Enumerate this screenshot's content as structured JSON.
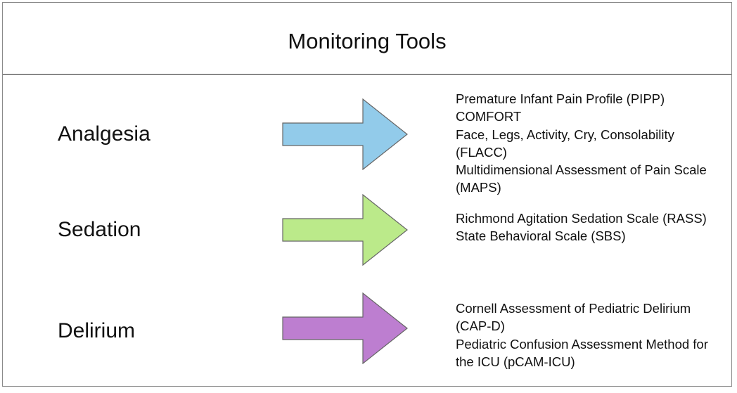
{
  "header": {
    "title": "Monitoring Tools"
  },
  "rows": [
    {
      "label": "Analgesia",
      "arrow_color": "#92cbea",
      "tools": [
        "Premature Infant Pain Profile (PIPP)",
        "COMFORT",
        "Face, Legs, Activity, Cry, Consolability (FLACC)",
        "Multidimensional Assessment of Pain Scale (MAPS)"
      ]
    },
    {
      "label": "Sedation",
      "arrow_color": "#bbea8a",
      "tools": [
        "Richmond Agitation Sedation Scale (RASS)",
        "State Behavioral Scale (SBS)"
      ]
    },
    {
      "label": "Delirium",
      "arrow_color": "#bd7ed0",
      "tools": [
        "Cornell Assessment of Pediatric Delirium (CAP-D)",
        "Pediatric Confusion Assessment Method for the ICU (pCAM-ICU)"
      ]
    }
  ],
  "colors": {
    "border": "#8a8a8a",
    "divider": "#222222",
    "arrow_stroke": "#666666"
  }
}
